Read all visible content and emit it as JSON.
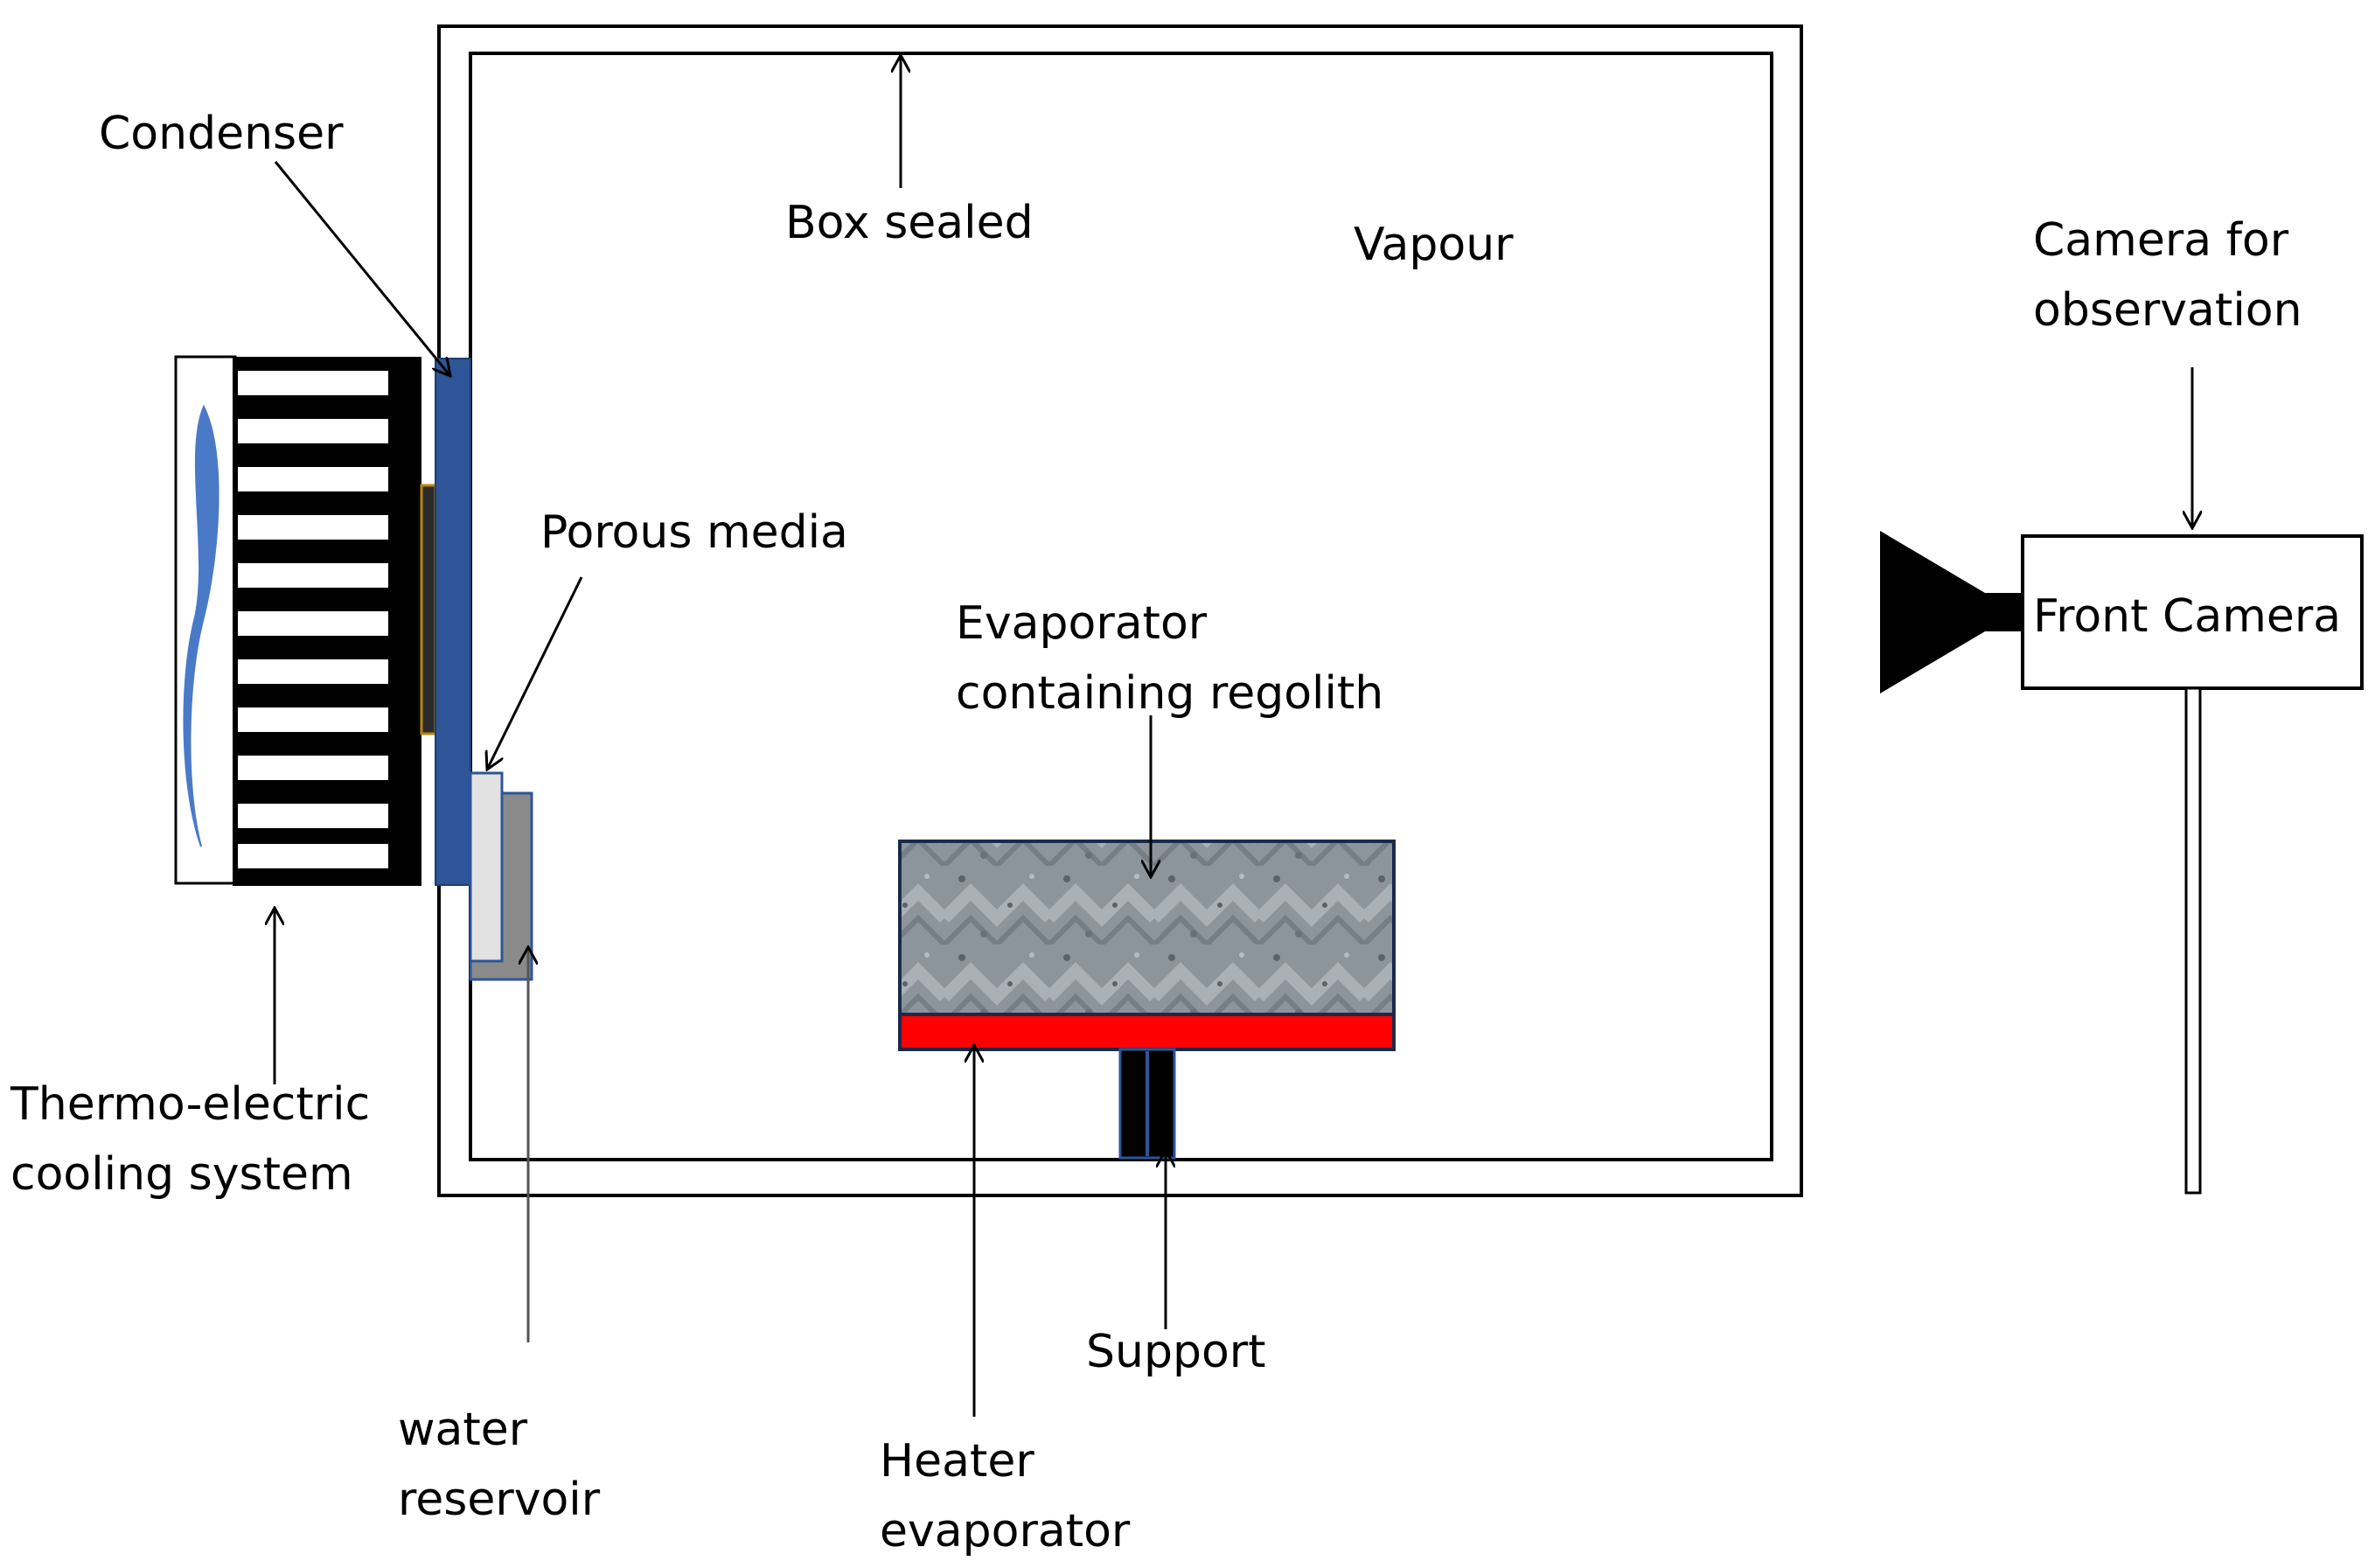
{
  "labels": {
    "condenser": "Condenser",
    "box_sealed": "Box sealed",
    "vapour": "Vapour",
    "camera_for_line1": "Camera for",
    "camera_for_line2": "observation",
    "porous_media": "Porous media",
    "evaporator_line1": "Evaporator",
    "evaporator_line2": "containing regolith",
    "front_camera": "Front Camera",
    "thermo_line1": "Thermo-electric",
    "thermo_line2": "cooling system",
    "water_line1": "water",
    "water_line2": "reservoir",
    "support": "Support",
    "heater_line1": "Heater",
    "heater_line2": "evaporator"
  },
  "colors": {
    "outline": "#000000",
    "condenser_plate": "#2e5597",
    "fan_blade": "#4a7ac7",
    "porous_media": "#e2e2e2",
    "water_reservoir": "#8a8a8a",
    "heater": "#ff0000",
    "regolith": "#8d959c",
    "peltier_edge": "#b8860b",
    "arrow_grey": "#555555"
  }
}
